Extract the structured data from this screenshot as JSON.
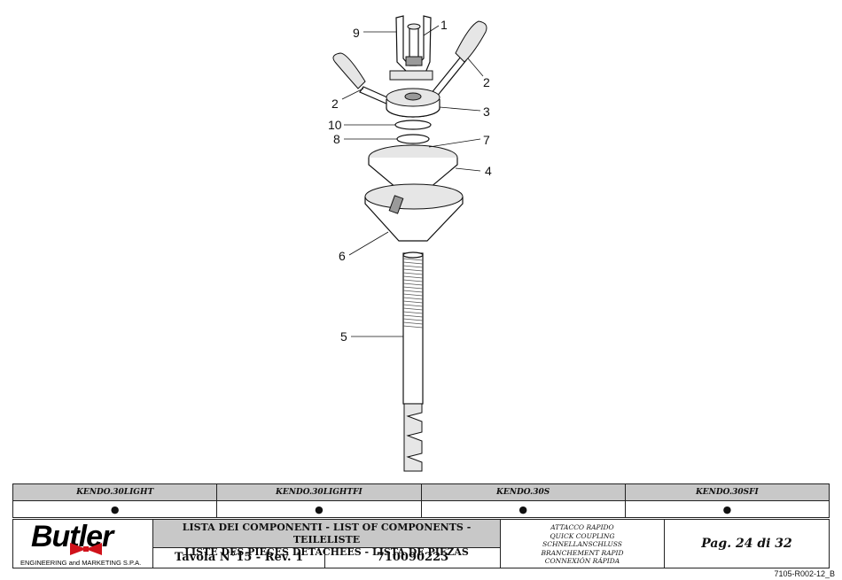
{
  "callouts": [
    "1",
    "2",
    "2",
    "3",
    "4",
    "5",
    "6",
    "7",
    "8",
    "9",
    "10"
  ],
  "models": {
    "headers": [
      "KENDO.30LIGHT",
      "KENDO.30LIGHTFI",
      "KENDO.30S",
      "KENDO.30SFI"
    ],
    "marks": [
      "●",
      "●",
      "●",
      "●"
    ]
  },
  "title_block": {
    "logo_word": "Butler",
    "logo_sub": "ENGINEERING and MARKETING S.P.A.",
    "lists_line1": "LISTA DEI COMPONENTI - LIST OF COMPONENTS - TEILELISTE",
    "lists_line2": "LISTE DES PIECES DETACHEES - LISTA DE PIEZAS",
    "tavola": "Tavola N°15 - Rev. 1",
    "code": "710090223",
    "desc": [
      "ATTACCO RAPIDO",
      "QUICK COUPLING",
      "SCHNELLANSCHLUSS",
      "BRANCHEMENT RAPID",
      "CONNEXIÓN RÁPIDA"
    ],
    "page": "Pag. 24 di 32"
  },
  "doc_ref": "7105-R002-12_B",
  "colors": {
    "header_gray": "#c8c8c8",
    "logo_red": "#d0121b"
  }
}
